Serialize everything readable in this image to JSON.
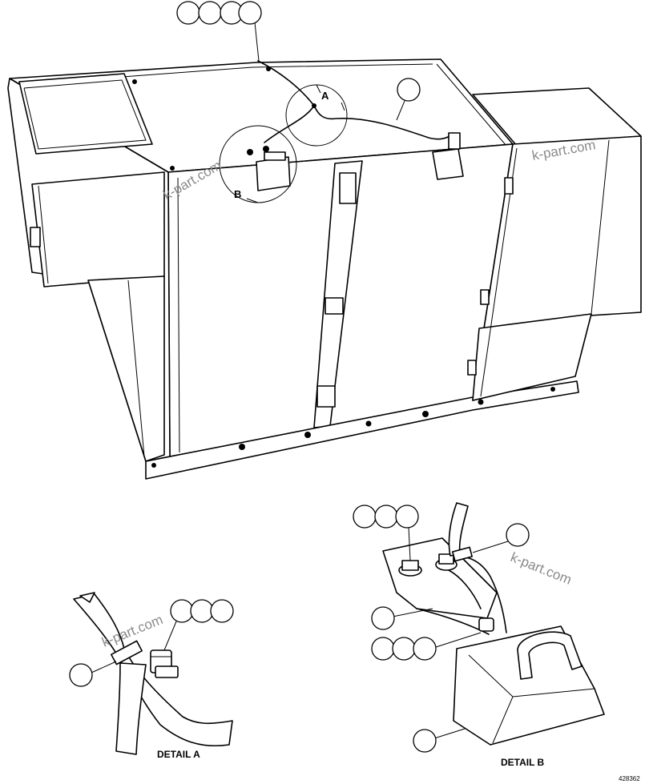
{
  "views": {
    "main_view_labels": [
      "A",
      "B"
    ],
    "detail_a": {
      "title": "DETAIL A"
    },
    "detail_b": {
      "title": "DETAIL B"
    }
  },
  "watermarks": [
    "k-part.com",
    "k-part.com",
    "k-part.com",
    "k-part.com"
  ],
  "figure_number": "428362"
}
